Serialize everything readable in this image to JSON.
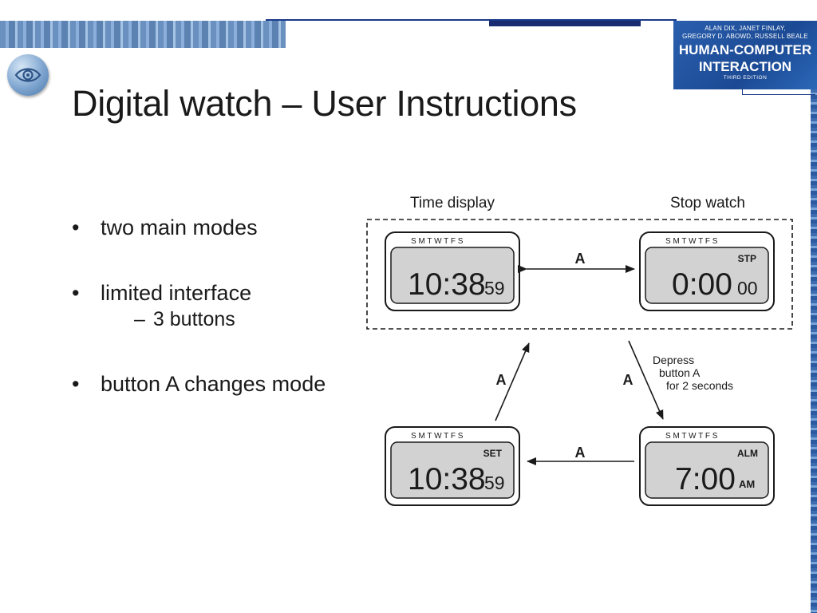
{
  "header": {
    "book_authors_line1": "ALAN DIX, JANET FINLAY,",
    "book_authors_line2": "GREGORY D. ABOWD, RUSSELL BEALE",
    "book_title_line1": "HUMAN-COMPUTER",
    "book_title_line2": "INTERACTION",
    "book_edition": "THIRD EDITION",
    "logo_icon": "eye-icon"
  },
  "slide": {
    "title": "Digital watch – User Instructions",
    "bullets": [
      {
        "text": "two main modes"
      },
      {
        "text": "limited interface",
        "sub": "3 buttons"
      },
      {
        "text": "button A changes mode"
      }
    ],
    "bullet_symbol": "•",
    "sub_symbol": "–"
  },
  "diagram": {
    "group_labels": {
      "time_display": "Time display",
      "stop_watch": "Stop watch"
    },
    "day_labels": "S M T W T F S",
    "watches": {
      "time": {
        "main": "10:38",
        "small": "59",
        "mode": ""
      },
      "stopwatch": {
        "main": "0:00",
        "small": "00",
        "mode": "STP"
      },
      "set": {
        "main": "10:38",
        "small": "59",
        "mode": "SET"
      },
      "alarm": {
        "main": "7:00",
        "small": "AM",
        "mode": "ALM"
      }
    },
    "transitions": {
      "time_to_stop": "A",
      "set_to_time": "A",
      "stop_to_alarm": "A",
      "alarm_to_set": "A",
      "depress_line1": "Depress",
      "depress_line2": "button A",
      "depress_line3": "for 2 seconds"
    }
  },
  "colors": {
    "lcd_fill": "#d2d2d2",
    "outline": "#1a1a1a",
    "book_blue": "#1f4f9c"
  }
}
